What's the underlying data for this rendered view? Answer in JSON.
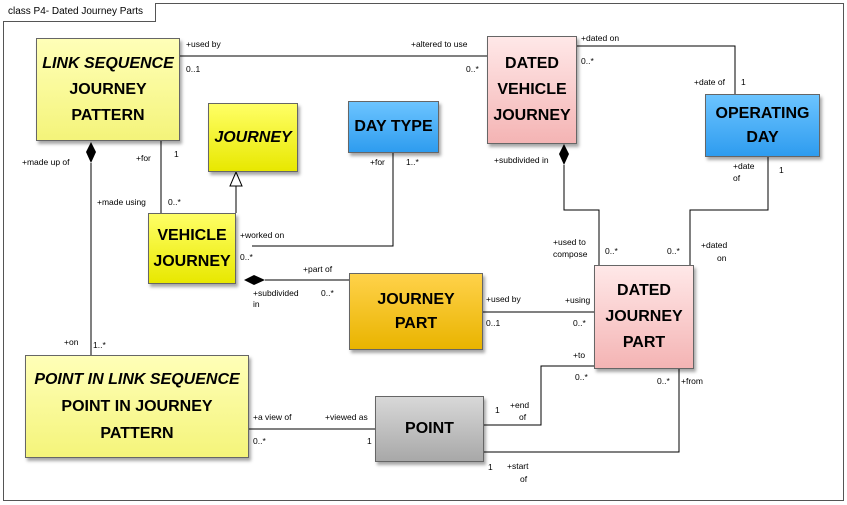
{
  "diagram": {
    "title": "class P4- Dated Journey Parts",
    "classes": {
      "link_sequence_journey_pattern": {
        "stereotype": "LINK SEQUENCE",
        "name1": "JOURNEY",
        "name2": "PATTERN"
      },
      "journey": {
        "name": "JOURNEY"
      },
      "day_type": {
        "name": "DAY TYPE"
      },
      "dated_vehicle_journey": {
        "name1": "DATED",
        "name2": "VEHICLE",
        "name3": "JOURNEY"
      },
      "operating_day": {
        "name1": "OPERATING",
        "name2": "DAY"
      },
      "vehicle_journey": {
        "name1": "VEHICLE",
        "name2": "JOURNEY"
      },
      "journey_part": {
        "name1": "JOURNEY",
        "name2": "PART"
      },
      "dated_journey_part": {
        "name1": "DATED",
        "name2": "JOURNEY",
        "name3": "PART"
      },
      "point_in_link_sequence": {
        "stereotype": "POINT IN LINK SEQUENCE",
        "name1": "POINT IN JOURNEY",
        "name2": "PATTERN"
      },
      "point": {
        "name": "POINT"
      }
    },
    "labels": {
      "used_by_1": "+used by",
      "mult_0_1_a": "0..1",
      "altered_to_use": "+altered to use",
      "mult_0n_a": "0..*",
      "dated_on_1": "+dated on",
      "mult_0n_b": "0..*",
      "date_of_1": "+date of",
      "mult_1_a": "1",
      "made_up_of": "+made up of",
      "for_1": "+for",
      "mult_1_b": "1",
      "for_2": "+for",
      "mult_1n_a": "1..*",
      "subdivided_in_1": "+subdivided in",
      "date_of_2a": "+date",
      "date_of_2b": "of",
      "mult_1_c": "1",
      "made_using": "+made using",
      "mult_0n_c": "0..*",
      "worked_on": "+worked on",
      "mult_0n_d": "0..*",
      "used_to_compose_a": "+used to",
      "used_to_compose_b": "compose",
      "mult_0n_e": "0..*",
      "mult_0n_f": "0..*",
      "dated_on_2a": "+dated",
      "dated_on_2b": "on",
      "part_of": "+part of",
      "subdivided_in_2a": "+subdivided",
      "subdivided_in_2b": "in",
      "mult_0n_g": "0..*",
      "used_by_2": "+used by",
      "using": "+using",
      "mult_0_1_b": "0..1",
      "mult_0n_h": "0..*",
      "on": "+on",
      "mult_1n_b": "1..*",
      "to": "+to",
      "mult_0n_i": "0..*",
      "mult_0n_j": "0..*",
      "from": "+from",
      "a_view_of": "+a view of",
      "viewed_as": "+viewed as",
      "mult_0n_k": "0..*",
      "mult_1_d": "1",
      "mult_1_e": "1",
      "end_of_a": "+end",
      "end_of_b": "of",
      "mult_1_f": "1",
      "start_of_a": "+start",
      "start_of_b": "of"
    }
  }
}
